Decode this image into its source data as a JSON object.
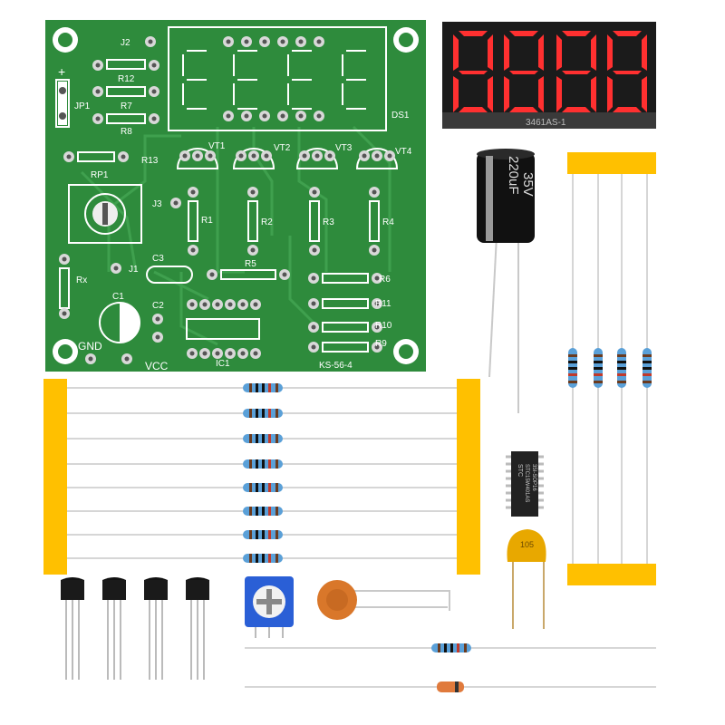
{
  "pcb": {
    "labels": {
      "j2": "J2",
      "r12": "R12",
      "r7": "R7",
      "r8": "R8",
      "jp1": "JP1",
      "plus": "+",
      "ds1": "DS1",
      "vt1": "VT1",
      "vt2": "VT2",
      "vt3": "VT3",
      "vt4": "VT4",
      "rp1": "RP1",
      "r13": "R13",
      "j3": "J3",
      "r1": "R1",
      "r2": "R2",
      "r3": "R3",
      "r4": "R4",
      "c3": "C3",
      "rx": "Rx",
      "j1": "J1",
      "r5": "R5",
      "r6": "R6",
      "r11": "R11",
      "c1": "C1",
      "c2": "C2",
      "r10": "R10",
      "r9": "R9",
      "ic1": "IC1",
      "gnd": "GND",
      "vcc": "VCC",
      "model": "KS-56-4"
    }
  },
  "display": {
    "part_number": "3461AS-1"
  },
  "capacitor": {
    "line1": "220uF",
    "line2": "35V"
  },
  "ceramic_cap": {
    "code": "105"
  },
  "ic_chip": {
    "brand": "STC",
    "line1": "STC15W401AS",
    "line2": "35I-SOP16"
  },
  "colors": {
    "pcb": "#2e8b3c",
    "tape": "#ffc000",
    "segment": "#ff3b3b",
    "resistor": "#4a90c2"
  }
}
